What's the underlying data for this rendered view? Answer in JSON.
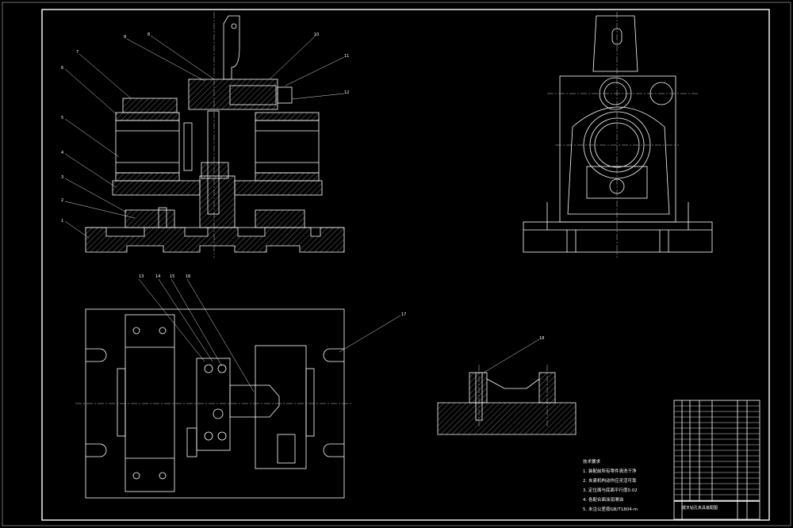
{
  "balloons": {
    "b7": "7",
    "b6": "6",
    "b5": "5",
    "b4": "4",
    "b3": "3",
    "b2": "2",
    "b1": "1",
    "b8": "8",
    "b9": "9",
    "b10": "10",
    "b11": "11",
    "b12": "12",
    "b13": "13",
    "b14": "14",
    "b15": "15",
    "b16": "16",
    "b17": "17",
    "b18": "18"
  },
  "notes": {
    "heading": "技术要求",
    "items": [
      "1. 装配前所有零件清洗干净",
      "2. 夹紧机构动作应灵活可靠",
      "3. 定位面与底面平行度0.02",
      "4. 各配合面涂润滑油",
      "5. 未注公差按GB/T1804-m"
    ]
  },
  "title_block": {
    "title": "拨叉钻孔夹具装配图"
  }
}
